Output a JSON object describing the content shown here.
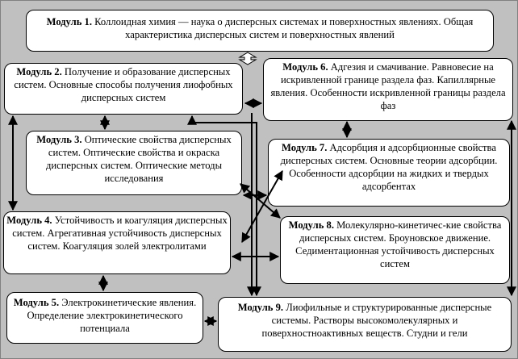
{
  "modules": [
    {
      "id": "m1",
      "title": "Модуль 1.",
      "text": "Коллоидная химия — наука о дисперсных системах и поверхностных явлениях. Общая характеристика дисперсных систем и поверхностных явлений"
    },
    {
      "id": "m2",
      "title": "Модуль 2.",
      "text": "Получение и образование дисперсных систем. Основные способы получения лиофобных дисперсных систем"
    },
    {
      "id": "m3",
      "title": "Модуль 3.",
      "text": "Оптические свойства дисперсных систем. Оптические свойства и окраска дисперсных систем. Оптические методы исследования"
    },
    {
      "id": "m4",
      "title": "Модуль 4.",
      "text": "Устойчивость и коагуляция дисперсных систем. Агрегативная устойчивость дисперсных систем. Коагуляция золей электролитами"
    },
    {
      "id": "m5",
      "title": "Модуль 5.",
      "text": "Электрокинетические явления. Определение электрокинетического потенциала"
    },
    {
      "id": "m6",
      "title": "Модуль 6.",
      "text": "Адгезия и смачивание. Равновесие на искривленной границе раздела фаз. Капиллярные явления. Особенности искривленной границы раздела фаз"
    },
    {
      "id": "m7",
      "title": "Модуль 7.",
      "text": "Адсорбция и адсорбционные свойства дисперсных систем. Основные теории адсорбции. Особенности адсорбции на жидких и твердых адсорбентах"
    },
    {
      "id": "m8",
      "title": "Модуль 8.",
      "text": "Молекулярно-кинетичес-кие свойства дисперсных систем. Броуновское движение. Седиментационная устойчивость дисперсных систем"
    },
    {
      "id": "m9",
      "title": "Модуль 9.",
      "text": "Лиофильные и структурированные дисперсные системы. Растворы высокомолекулярных и поверхностноактивных веществ. Студни и гели"
    }
  ],
  "colors": {
    "background": "#c0c0c0",
    "box_fill": "#ffffff",
    "line": "#000000"
  }
}
